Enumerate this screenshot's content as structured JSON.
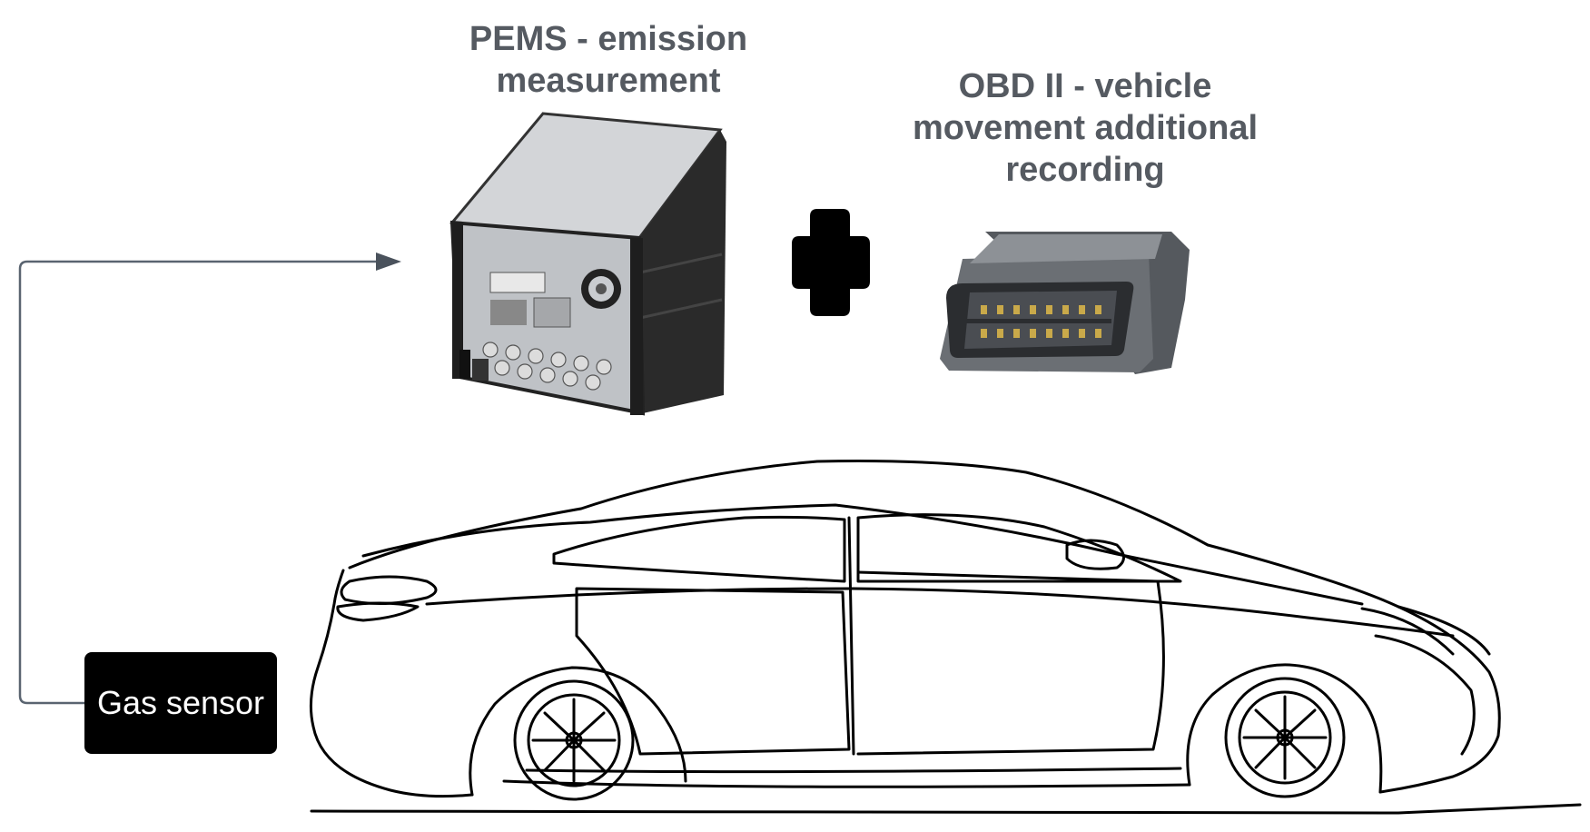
{
  "pems": {
    "label": "PEMS - emission measurement"
  },
  "obd": {
    "label": "OBD II - vehicle movement additional recording"
  },
  "sensor": {
    "label": "Gas sensor"
  },
  "icons": [
    "pems-device-icon",
    "plus-icon",
    "obd-connector-icon",
    "car-outline-icon",
    "arrow-icon"
  ]
}
